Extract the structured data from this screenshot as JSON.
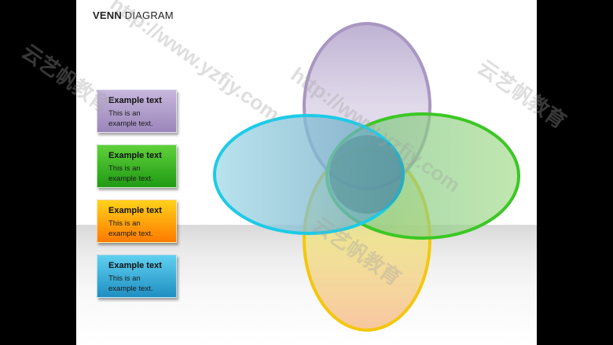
{
  "slide": {
    "title_bold": "VENN",
    "title_rest": " DIAGRAM"
  },
  "cards": [
    {
      "heading": "Example text",
      "body": "This is an example text."
    },
    {
      "heading": "Example text",
      "body": "This is an example text."
    },
    {
      "heading": "Example text",
      "body": "This is an example text."
    },
    {
      "heading": "Example text",
      "body": "This is an example text."
    }
  ],
  "colors": {
    "purple": "#9a86ba",
    "green": "#2aa81c",
    "orange": "#ff9a00",
    "cyan": "#2fb8e0",
    "ring_purple": "#8a74ad",
    "ring_green": "#35c21e",
    "ring_yellow": "#f3c70f",
    "ring_cyan": "#1ccbe6"
  },
  "watermark": {
    "text_url": "http://www.yzfjy.com",
    "text_cn": "云艺帆教育"
  }
}
